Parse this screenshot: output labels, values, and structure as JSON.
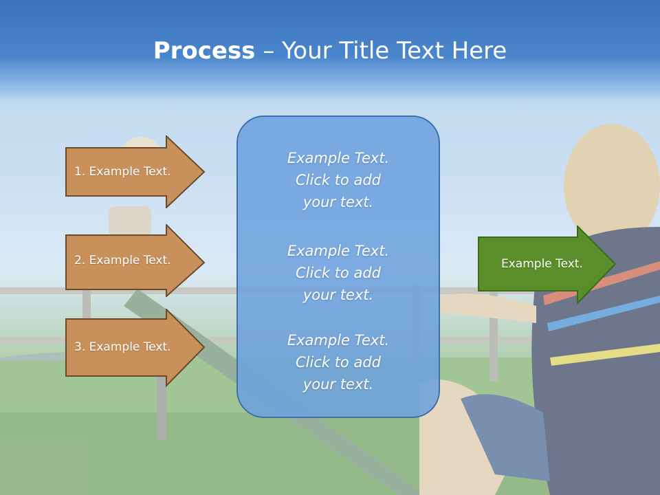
{
  "title": {
    "bold": "Process",
    "rest": " – Your Title Text Here"
  },
  "steps": [
    {
      "label": "1. Example Text."
    },
    {
      "label": "2. Example Text."
    },
    {
      "label": "3. Example Text."
    }
  ],
  "center": [
    {
      "line1": "Example Text.",
      "line2": "Click  to add",
      "line3": "your text."
    },
    {
      "line1": "Example Text.",
      "line2": "Click  to add",
      "line3": "your text."
    },
    {
      "line1": "Example Text.",
      "line2": "Click  to add",
      "line3": "your text."
    }
  ],
  "result": {
    "label": "Example Text."
  },
  "colors": {
    "title_band": "#3a72b8",
    "step_arrow_fill": "#c8905a",
    "step_arrow_stroke": "#6b4a2a",
    "center_fill": "#6ca0de",
    "result_arrow_fill": "#5a8e2a",
    "result_arrow_stroke": "#3a6a1a"
  }
}
